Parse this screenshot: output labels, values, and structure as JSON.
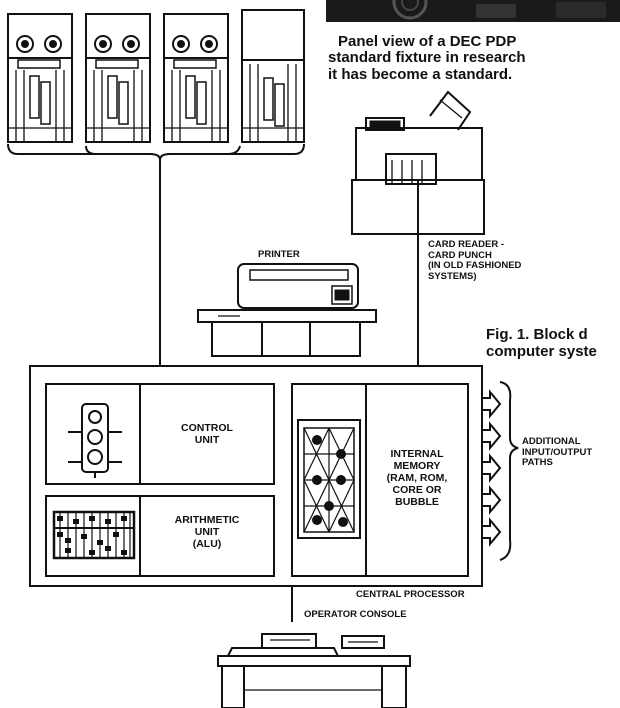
{
  "photo_caption": {
    "line1": "Panel view of a DEC PDP",
    "line2": "standard fixture in research",
    "line3": "it has become a standard."
  },
  "figure_caption": {
    "line1": "Fig. 1. Block d",
    "line2": "computer syste"
  },
  "labels": {
    "card_reader": "CARD READER -\nCARD PUNCH\n(IN OLD FASHIONED\nSYSTEMS)",
    "printer": "PRINTER",
    "control_unit": "CONTROL\nUNIT",
    "arithmetic_unit": "ARITHMETIC\nUNIT\n(ALU)",
    "internal_memory": "INTERNAL\nMEMORY\n(RAM, ROM,\nCORE OR\nBUBBLE",
    "additional_paths": "ADDITIONAL\nINPUT/OUTPUT\nPATHS",
    "central_processor": "CENTRAL PROCESSOR",
    "operator_console": "OPERATOR CONSOLE"
  },
  "icons": [
    "tape-drive-icon",
    "card-reader-icon",
    "printer-icon",
    "traffic-light-icon",
    "abacus-icon",
    "memory-grid-icon",
    "console-desk-icon"
  ],
  "colors": {
    "ink": "#111111",
    "paper": "#ffffff"
  }
}
